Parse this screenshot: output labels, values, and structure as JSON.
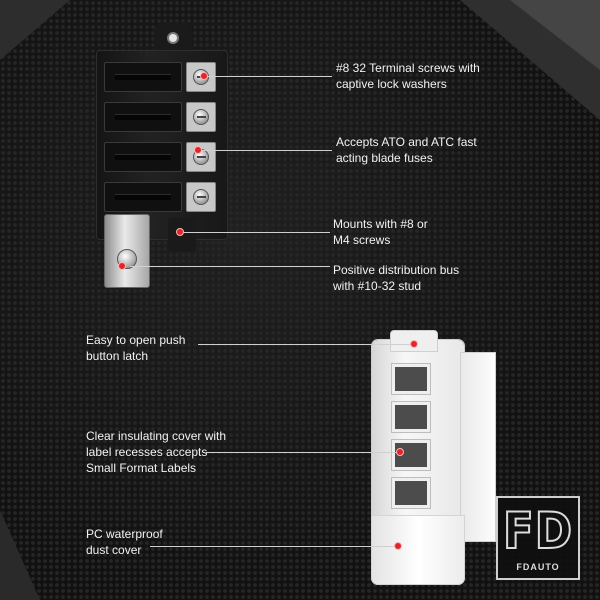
{
  "callouts": [
    {
      "id": "terminal-screws",
      "lines": [
        "#8 32 Terminal screws with",
        "captive lock washers"
      ]
    },
    {
      "id": "fuse-types",
      "lines": [
        "Accepts ATO and ATC fast",
        "acting blade fuses"
      ]
    },
    {
      "id": "mount-screws",
      "lines": [
        "Mounts with #8 or",
        "M4 screws"
      ]
    },
    {
      "id": "distribution-bus",
      "lines": [
        "Positive distribution bus",
        "with #10-32 stud"
      ]
    },
    {
      "id": "push-button-latch",
      "lines": [
        "Easy to open push",
        "button latch"
      ]
    },
    {
      "id": "insulating-cover",
      "lines": [
        "Clear insulating cover with",
        "label recesses accepts",
        "Small Format Labels"
      ]
    },
    {
      "id": "dust-cover",
      "lines": [
        "PC waterproof",
        "dust cover"
      ]
    }
  ],
  "logo": {
    "main": "FD",
    "sub": "FDAUTO"
  },
  "colors": {
    "marker": "#e0262b",
    "line": "#d0d0d0",
    "text": "#f2f2f2"
  }
}
